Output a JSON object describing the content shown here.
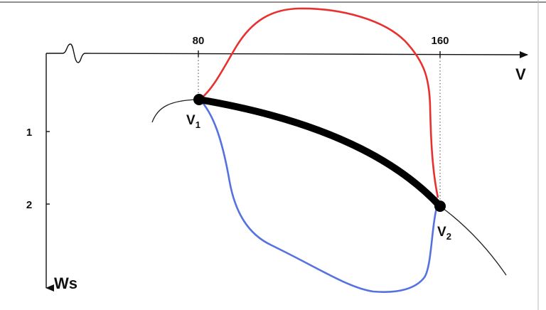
{
  "diagram": {
    "x_axis": {
      "label": "V",
      "ticks": [
        {
          "value": 80,
          "text": "80"
        },
        {
          "value": 160,
          "text": "160"
        }
      ]
    },
    "y_axis": {
      "label": "Ws",
      "ticks": [
        {
          "value": 1,
          "text": "1"
        },
        {
          "value": 2,
          "text": "2"
        }
      ]
    },
    "points": {
      "v1": {
        "base": "V",
        "sub": "1"
      },
      "v2": {
        "base": "V",
        "sub": "2"
      }
    },
    "colors": {
      "axis": "#111111",
      "upper_curve": "#e8312f",
      "lower_curve": "#5572e0",
      "main_path": "#000000",
      "reference_curve": "#222222"
    }
  }
}
